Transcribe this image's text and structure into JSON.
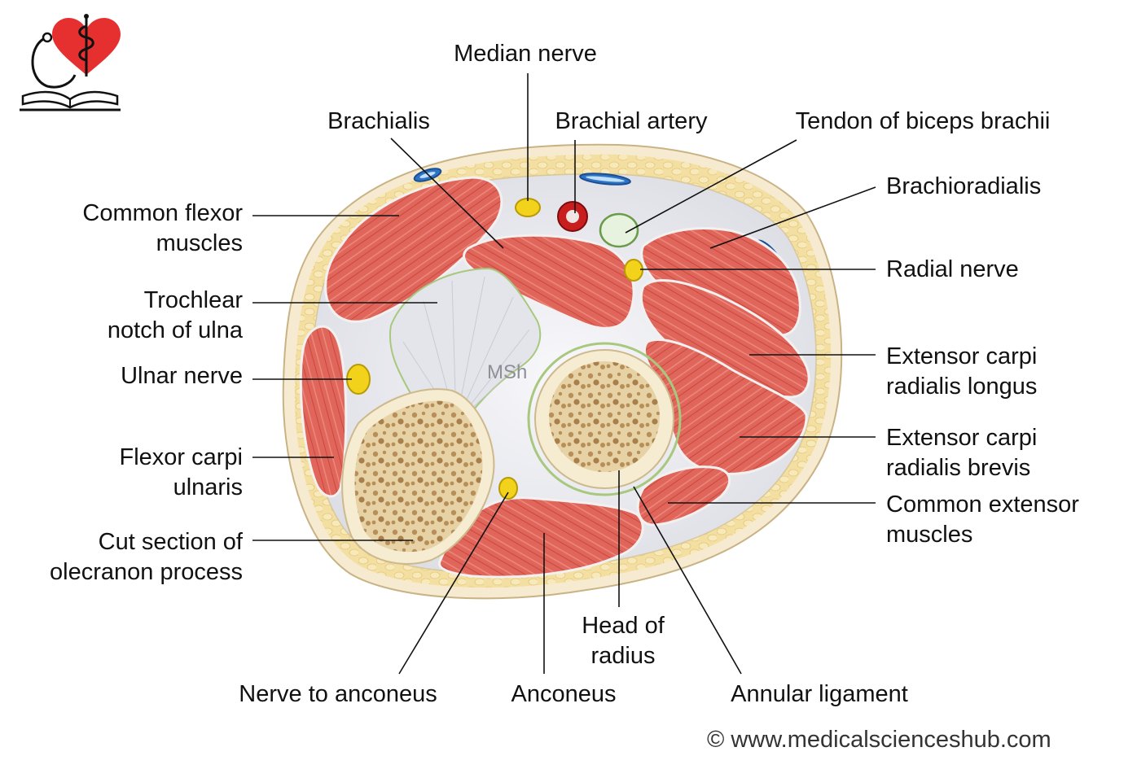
{
  "labels": {
    "median_nerve": "Median nerve",
    "brachialis": "Brachialis",
    "brachial_artery": "Brachial artery",
    "tendon_biceps": "Tendon of biceps brachii",
    "brachioradialis": "Brachioradialis",
    "common_flexor": [
      "Common flexor",
      "muscles"
    ],
    "radial_nerve": "Radial nerve",
    "trochlear_notch": [
      "Trochlear",
      "notch of ulna"
    ],
    "ulnar_nerve": "Ulnar nerve",
    "ecrl": [
      "Extensor carpi",
      "radialis longus"
    ],
    "ecrb": [
      "Extensor carpi",
      "radialis brevis"
    ],
    "flexor_carpi_ulnaris": [
      "Flexor carpi",
      "ulnaris"
    ],
    "common_extensor": [
      "Common extensor",
      "muscles"
    ],
    "olecranon": [
      "Cut section of",
      "olecranon process"
    ],
    "head_radius": [
      "Head of",
      "radius"
    ],
    "nerve_anconeus": "Nerve to anconeus",
    "anconeus": "Anconeus",
    "annular_ligament": "Annular ligament",
    "watermark": "MSh"
  },
  "copyright": "© www.medicalscienceshub.com",
  "colors": {
    "muscle": "#e0655a",
    "muscle_dark": "#c8473e",
    "fat": "#f3dfa2",
    "skin": "#f6ead0",
    "fascia": "#e9e9ee",
    "bone": "#ead9b0",
    "bone_cortex": "#f5ecd2",
    "nerve": "#f2d21b",
    "artery": "#c81e1e",
    "vein": "#2f74c4",
    "tendon": "#dff0d8",
    "logo_heart": "#e63030"
  }
}
